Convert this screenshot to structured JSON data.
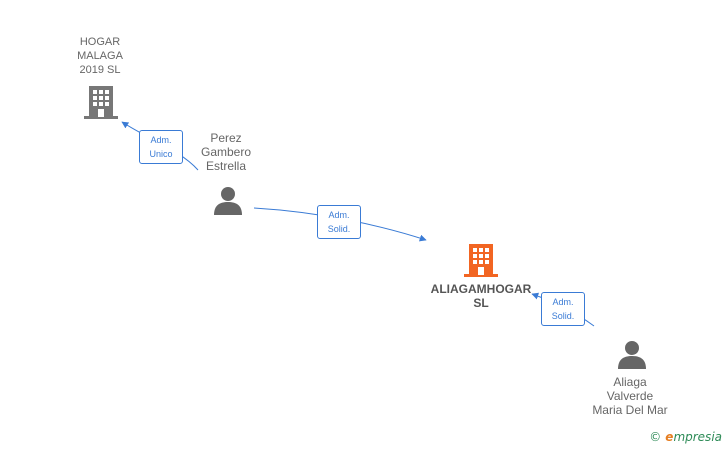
{
  "nodes": {
    "hogar_malaga": {
      "name": "HOGAR\nMALAGA\n2019  SL",
      "type": "company",
      "color": "#777777"
    },
    "perez": {
      "name": "Perez\nGambero\nEstrella",
      "type": "person",
      "color": "#666666"
    },
    "aliagamhogar": {
      "name": "ALIAGAMHOGAR\nSL",
      "type": "company",
      "color": "#f26522"
    },
    "aliaga": {
      "name": "Aliaga\nValverde\nMaria Del Mar",
      "type": "person",
      "color": "#666666"
    }
  },
  "edges": [
    {
      "from": "perez",
      "to": "hogar_malaga",
      "label_line1": "Adm.",
      "label_line2": "Unico"
    },
    {
      "from": "perez",
      "to": "aliagamhogar",
      "label_line1": "Adm.",
      "label_line2": "Solid."
    },
    {
      "from": "aliaga",
      "to": "aliagamhogar",
      "label_line1": "Adm.",
      "label_line2": "Solid."
    }
  ],
  "brand": {
    "copyright": "©",
    "initial": "e",
    "rest": "mpresia"
  },
  "colors": {
    "edge": "#3a7bd5",
    "company_main": "#f26522",
    "company_other": "#777777",
    "person": "#666666"
  }
}
